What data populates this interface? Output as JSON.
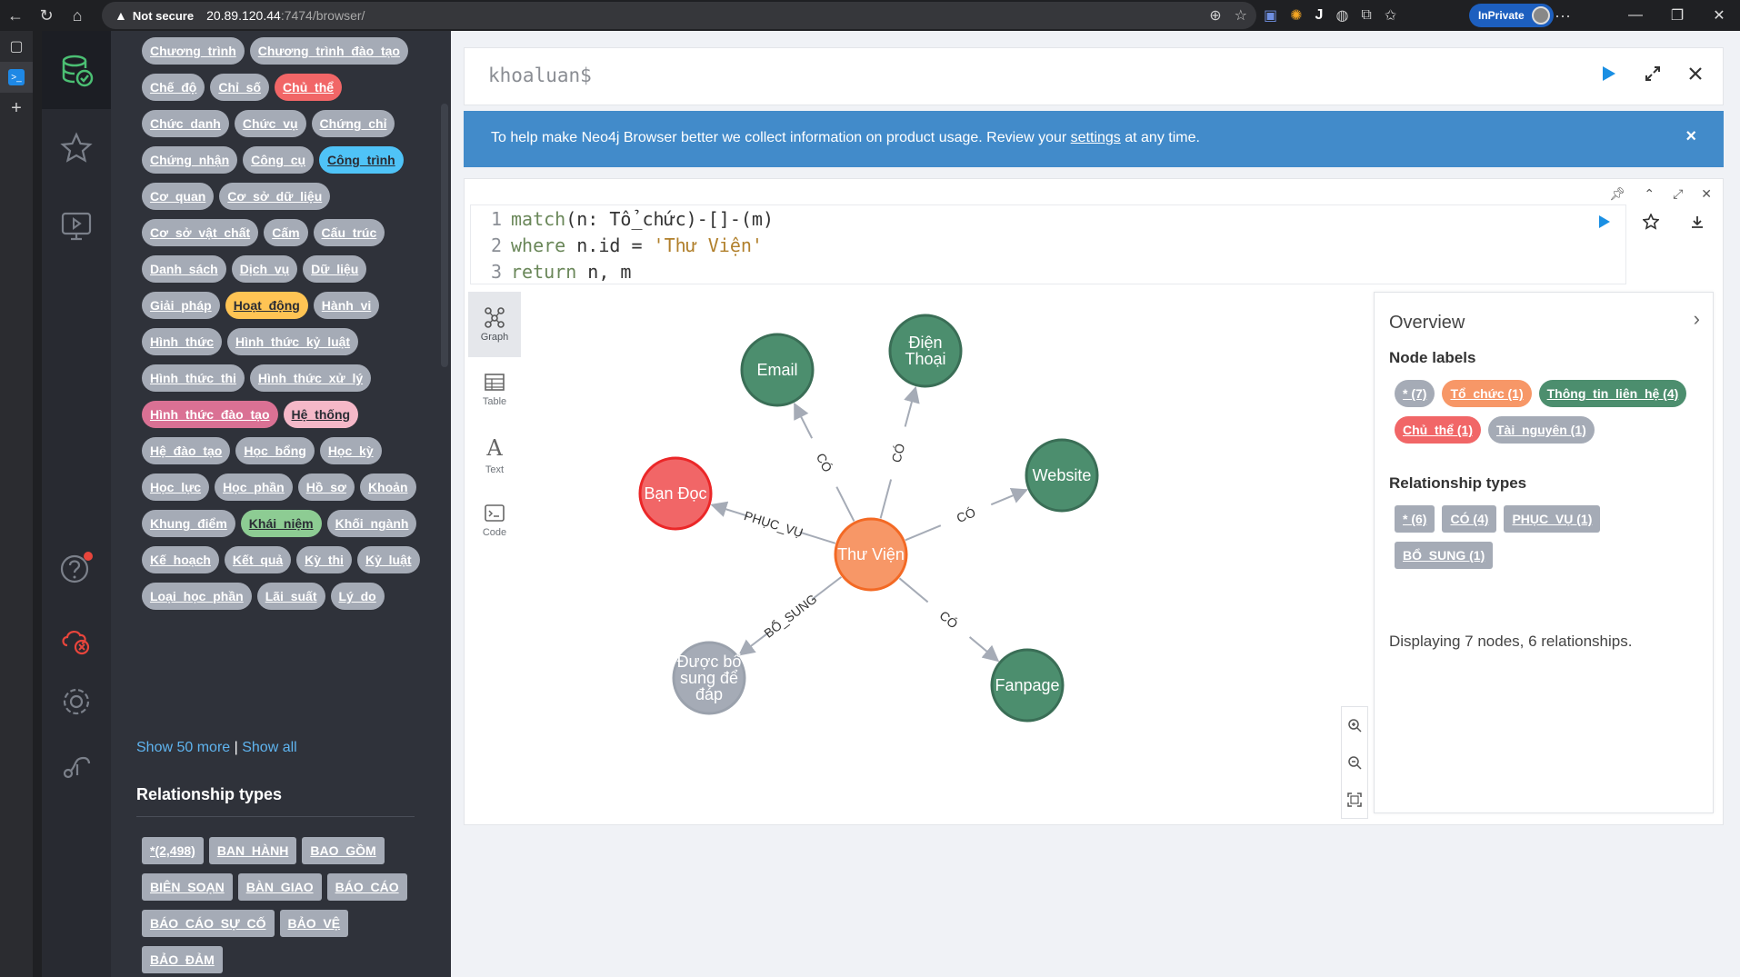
{
  "browser": {
    "security_label": "Not secure",
    "host": "20.89.120.44",
    "path": ":7474/browser/",
    "inprivate_label": "InPrivate"
  },
  "drawer": {
    "node_labels": [
      {
        "label": "Chương_trình",
        "color": "#a5abb6",
        "text": "#ffffff"
      },
      {
        "label": "Chương_trình_đào_tạo",
        "color": "#a5abb6",
        "text": "#ffffff"
      },
      {
        "label": "Chế_độ",
        "color": "#a5abb6",
        "text": "#ffffff"
      },
      {
        "label": "Chỉ_số",
        "color": "#a5abb6",
        "text": "#ffffff"
      },
      {
        "label": "Chủ_thể",
        "color": "#f16667",
        "text": "#ffffff"
      },
      {
        "label": "Chức_danh",
        "color": "#a5abb6",
        "text": "#ffffff"
      },
      {
        "label": "Chức_vụ",
        "color": "#a5abb6",
        "text": "#ffffff"
      },
      {
        "label": "Chứng_chỉ",
        "color": "#a5abb6",
        "text": "#ffffff"
      },
      {
        "label": "Chứng_nhận",
        "color": "#a5abb6",
        "text": "#ffffff"
      },
      {
        "label": "Công_cụ",
        "color": "#a5abb6",
        "text": "#ffffff"
      },
      {
        "label": "Công_trình",
        "color": "#4fc3f7",
        "text": "#2a2c34"
      },
      {
        "label": "Cơ_quan",
        "color": "#a5abb6",
        "text": "#ffffff"
      },
      {
        "label": "Cơ_sở_dữ_liệu",
        "color": "#a5abb6",
        "text": "#ffffff"
      },
      {
        "label": "Cơ_sở_vật_chất",
        "color": "#a5abb6",
        "text": "#ffffff"
      },
      {
        "label": "Cấm",
        "color": "#a5abb6",
        "text": "#ffffff"
      },
      {
        "label": "Cấu_trúc",
        "color": "#a5abb6",
        "text": "#ffffff"
      },
      {
        "label": "Danh_sách",
        "color": "#a5abb6",
        "text": "#ffffff"
      },
      {
        "label": "Dịch_vụ",
        "color": "#a5abb6",
        "text": "#ffffff"
      },
      {
        "label": "Dữ_liệu",
        "color": "#a5abb6",
        "text": "#ffffff"
      },
      {
        "label": "Giải_pháp",
        "color": "#a5abb6",
        "text": "#ffffff"
      },
      {
        "label": "Hoạt_động",
        "color": "#ffc454",
        "text": "#2a2c34"
      },
      {
        "label": "Hành_vi",
        "color": "#a5abb6",
        "text": "#ffffff"
      },
      {
        "label": "Hình_thức",
        "color": "#a5abb6",
        "text": "#ffffff"
      },
      {
        "label": "Hình_thức_kỷ_luật",
        "color": "#a5abb6",
        "text": "#ffffff"
      },
      {
        "label": "Hình_thức_thi",
        "color": "#a5abb6",
        "text": "#ffffff"
      },
      {
        "label": "Hình_thức_xử_lý",
        "color": "#a5abb6",
        "text": "#ffffff"
      },
      {
        "label": "Hình_thức_đào_tạo",
        "color": "#da7194",
        "text": "#ffffff"
      },
      {
        "label": "Hệ_thống",
        "color": "#f5b8c8",
        "text": "#2a2c34"
      },
      {
        "label": "Hệ_đào_tạo",
        "color": "#a5abb6",
        "text": "#ffffff"
      },
      {
        "label": "Học_bổng",
        "color": "#a5abb6",
        "text": "#ffffff"
      },
      {
        "label": "Học_kỳ",
        "color": "#a5abb6",
        "text": "#ffffff"
      },
      {
        "label": "Học_lực",
        "color": "#a5abb6",
        "text": "#ffffff"
      },
      {
        "label": "Học_phần",
        "color": "#a5abb6",
        "text": "#ffffff"
      },
      {
        "label": "Hồ_sơ",
        "color": "#a5abb6",
        "text": "#ffffff"
      },
      {
        "label": "Khoản",
        "color": "#a5abb6",
        "text": "#ffffff"
      },
      {
        "label": "Khung_điểm",
        "color": "#a5abb6",
        "text": "#ffffff"
      },
      {
        "label": "Khái_niệm",
        "color": "#8dcc93",
        "text": "#2a2c34"
      },
      {
        "label": "Khối_ngành",
        "color": "#a5abb6",
        "text": "#ffffff"
      },
      {
        "label": "Kế_hoạch",
        "color": "#a5abb6",
        "text": "#ffffff"
      },
      {
        "label": "Kết_quả",
        "color": "#a5abb6",
        "text": "#ffffff"
      },
      {
        "label": "Kỳ_thi",
        "color": "#a5abb6",
        "text": "#ffffff"
      },
      {
        "label": "Kỷ_luật",
        "color": "#a5abb6",
        "text": "#ffffff"
      },
      {
        "label": "Loại_học_phần",
        "color": "#a5abb6",
        "text": "#ffffff"
      },
      {
        "label": "Lãi_suất",
        "color": "#a5abb6",
        "text": "#ffffff"
      },
      {
        "label": "Lý_do",
        "color": "#a5abb6",
        "text": "#ffffff"
      }
    ],
    "show_more": "Show 50 more",
    "separator": "|",
    "show_all": "Show all",
    "rel_title": "Relationship types",
    "rel_types": [
      "*(2,498)",
      "BAN_HÀNH",
      "BAO_GỒM",
      "BIÊN_SOẠN",
      "BÀN_GIAO",
      "BÁO_CÁO",
      "BÁO_CÁO_SỰ_CỐ",
      "BẢO_VỆ",
      "BẢO_ĐẢM"
    ]
  },
  "editor": {
    "prompt": "khoaluan$"
  },
  "banner": {
    "text_before": "To help make Neo4j Browser better we collect information on product usage. Review your ",
    "link": "settings",
    "text_after": " at any time.",
    "close": "×"
  },
  "query": {
    "lines": [
      {
        "num": "1",
        "kw": "match",
        "rest": "(n: Tổ_chức)-[]-(m)",
        "str": ""
      },
      {
        "num": "2",
        "kw": "where",
        "rest": " n.id = ",
        "str": "'Thư Viện'"
      },
      {
        "num": "3",
        "kw": "return",
        "rest": " n, m",
        "str": ""
      }
    ]
  },
  "views": [
    {
      "label": "Graph",
      "icon": "graph-icon"
    },
    {
      "label": "Table",
      "icon": "table-icon"
    },
    {
      "label": "Text",
      "icon": "text-icon"
    },
    {
      "label": "Code",
      "icon": "code-icon"
    }
  ],
  "graph": {
    "nodes": [
      {
        "id": "center",
        "lines": [
          "Thư Viện"
        ],
        "fill": "#f79767",
        "stroke": "#f36924",
        "text": "#ffffff"
      },
      {
        "id": "email",
        "lines": [
          "Email"
        ],
        "fill": "#4c8e6e",
        "stroke": "#3a6e56",
        "text": "#ffffff"
      },
      {
        "id": "phone",
        "lines": [
          "Điện",
          "Thoại"
        ],
        "fill": "#4c8e6e",
        "stroke": "#3a6e56",
        "text": "#ffffff"
      },
      {
        "id": "web",
        "lines": [
          "Website"
        ],
        "fill": "#4c8e6e",
        "stroke": "#3a6e56",
        "text": "#ffffff"
      },
      {
        "id": "reader",
        "lines": [
          "Bạn Đọc"
        ],
        "fill": "#f16667",
        "stroke": "#eb2728",
        "text": "#ffffff"
      },
      {
        "id": "supp",
        "lines": [
          "Được bổ",
          "sung để",
          "đáp"
        ],
        "fill": "#a5abb6",
        "stroke": "#9aa1ac",
        "text": "#ffffff"
      },
      {
        "id": "fb",
        "lines": [
          "Fanpage"
        ],
        "fill": "#4c8e6e",
        "stroke": "#3a6e56",
        "text": "#ffffff"
      }
    ],
    "edges": [
      {
        "from": "center",
        "to": "email",
        "label": "CÓ"
      },
      {
        "from": "center",
        "to": "phone",
        "label": "CÓ"
      },
      {
        "from": "center",
        "to": "web",
        "label": "CÓ"
      },
      {
        "from": "center",
        "to": "reader",
        "label": "PHỤC_VỤ"
      },
      {
        "from": "center",
        "to": "supp",
        "label": "BỔ_SUNG"
      },
      {
        "from": "center",
        "to": "fb",
        "label": "CÓ"
      }
    ]
  },
  "overview": {
    "title": "Overview",
    "node_labels_title": "Node labels",
    "node_labels": [
      {
        "label": "* (7)",
        "color": "#a5abb6",
        "text": "#ffffff"
      },
      {
        "label": "Tổ_chức (1)",
        "color": "#f79767",
        "text": "#ffffff"
      },
      {
        "label": "Thông_tin_liên_hệ (4)",
        "color": "#4c8e6e",
        "text": "#ffffff"
      },
      {
        "label": "Chủ_thể (1)",
        "color": "#f16667",
        "text": "#ffffff"
      },
      {
        "label": "Tài_nguyên (1)",
        "color": "#a5abb6",
        "text": "#ffffff"
      }
    ],
    "rel_types_title": "Relationship types",
    "rel_types": [
      "* (6)",
      "CÓ (4)",
      "PHỤC_VỤ (1)",
      "BỔ_SUNG (1)"
    ],
    "displaying": "Displaying 7 nodes, 6 relationships."
  }
}
